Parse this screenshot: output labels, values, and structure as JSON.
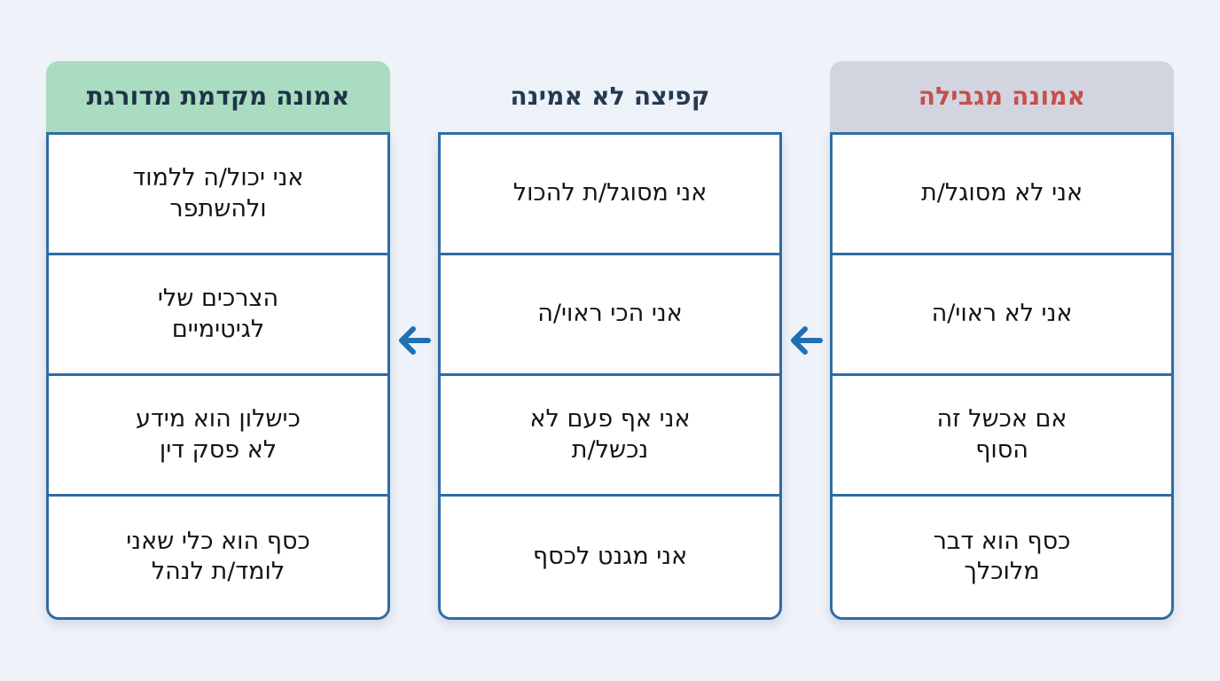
{
  "page": {
    "background_color": "#eff2f8",
    "direction": "rtl",
    "language": "he"
  },
  "colors": {
    "card_border": "#2e6ca4",
    "arrow": "#1f6fb5",
    "header_limiting_bg": "#d2d5e0",
    "header_limiting_text": "#c5504c",
    "header_jump_bg": "#edf1f8",
    "header_jump_text": "#243a52",
    "header_graded_bg": "#a9dcc1",
    "header_graded_text": "#1f3347",
    "cell_text": "#111418",
    "cell_bg": "#ffffff"
  },
  "columns": [
    {
      "id": "limiting-belief",
      "header": "אמונה מגבילה",
      "rows": [
        "אני לא מסוגל/ת",
        "אני לא ראוי/ה",
        "אם אכשל זה\nהסוף",
        "כסף הוא דבר\nמלוכלך"
      ]
    },
    {
      "id": "unbelievable-jump",
      "header": "קפיצה לא אמינה",
      "rows": [
        "אני מסוגל/ת להכול",
        "אני הכי ראוי/ה",
        "אני אף פעם לא\nנכשל/ת",
        "אני מגנט לכסף"
      ]
    },
    {
      "id": "graded-empowering-belief",
      "header": "אמונה מקדמת מדורגת",
      "rows": [
        "אני יכול/ה ללמוד\nולהשתפר",
        "הצרכים שלי\nלגיטימיים",
        "כישלון הוא מידע\nלא פסק דין",
        "כסף הוא כלי שאני\nלומד/ת לנהל"
      ]
    }
  ],
  "arrows": [
    {
      "id": "arrow-1",
      "icon": "arrow-right-icon",
      "direction": "right"
    },
    {
      "id": "arrow-2",
      "icon": "arrow-right-icon",
      "direction": "right"
    }
  ]
}
